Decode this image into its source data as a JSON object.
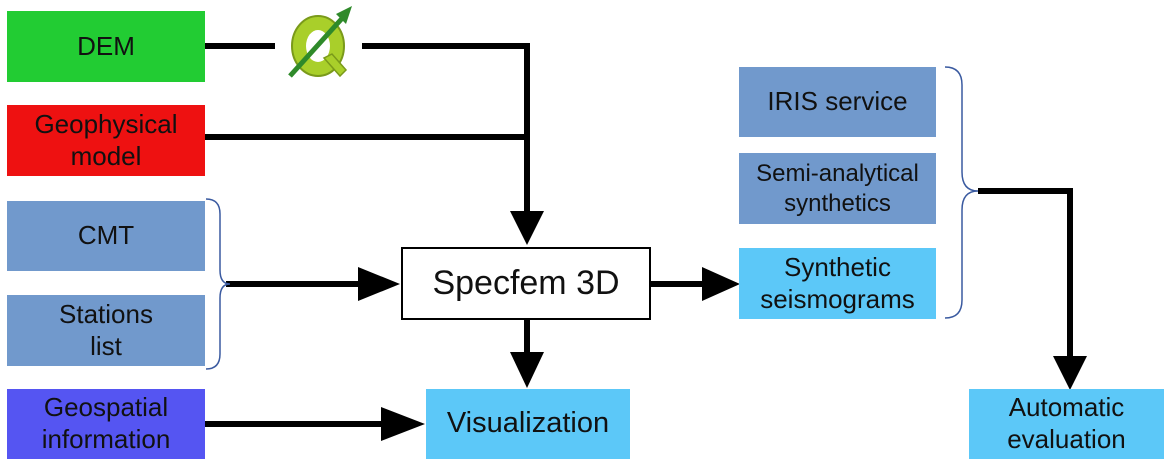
{
  "nodes": {
    "dem": {
      "lines": [
        "DEM"
      ],
      "color": "#22cc33"
    },
    "geophysical_model": {
      "lines": [
        "Geophysical",
        "model"
      ],
      "color": "#ee1111"
    },
    "cmt": {
      "lines": [
        "CMT"
      ],
      "color": "#7199cc"
    },
    "stations_list": {
      "lines": [
        "Stations",
        "list"
      ],
      "color": "#7199cc"
    },
    "geospatial_information": {
      "lines": [
        "Geospatial",
        "information"
      ],
      "color": "#5555f2"
    },
    "specfem": {
      "lines": [
        "Specfem 3D"
      ],
      "color": "#ffffff"
    },
    "visualization": {
      "lines": [
        "Visualization"
      ],
      "color": "#5cc8f8"
    },
    "iris_service": {
      "lines": [
        "IRIS service"
      ],
      "color": "#7199cc"
    },
    "semi_analytical": {
      "lines": [
        "Semi-analytical",
        "synthetics"
      ],
      "color": "#7199cc"
    },
    "synthetic_seismograms": {
      "lines": [
        "Synthetic",
        "seismograms"
      ],
      "color": "#5cc8f8"
    },
    "automatic_evaluation": {
      "lines": [
        "Automatic",
        "evaluation"
      ],
      "color": "#5cc8f8"
    }
  },
  "icons": {
    "qgis_logo": {
      "name": "qgis-logo-icon",
      "color": "#a9cf2a",
      "accent": "#2f8a2a"
    }
  },
  "colors": {
    "arrow": "#000000",
    "brace": "#3a5aa0"
  }
}
